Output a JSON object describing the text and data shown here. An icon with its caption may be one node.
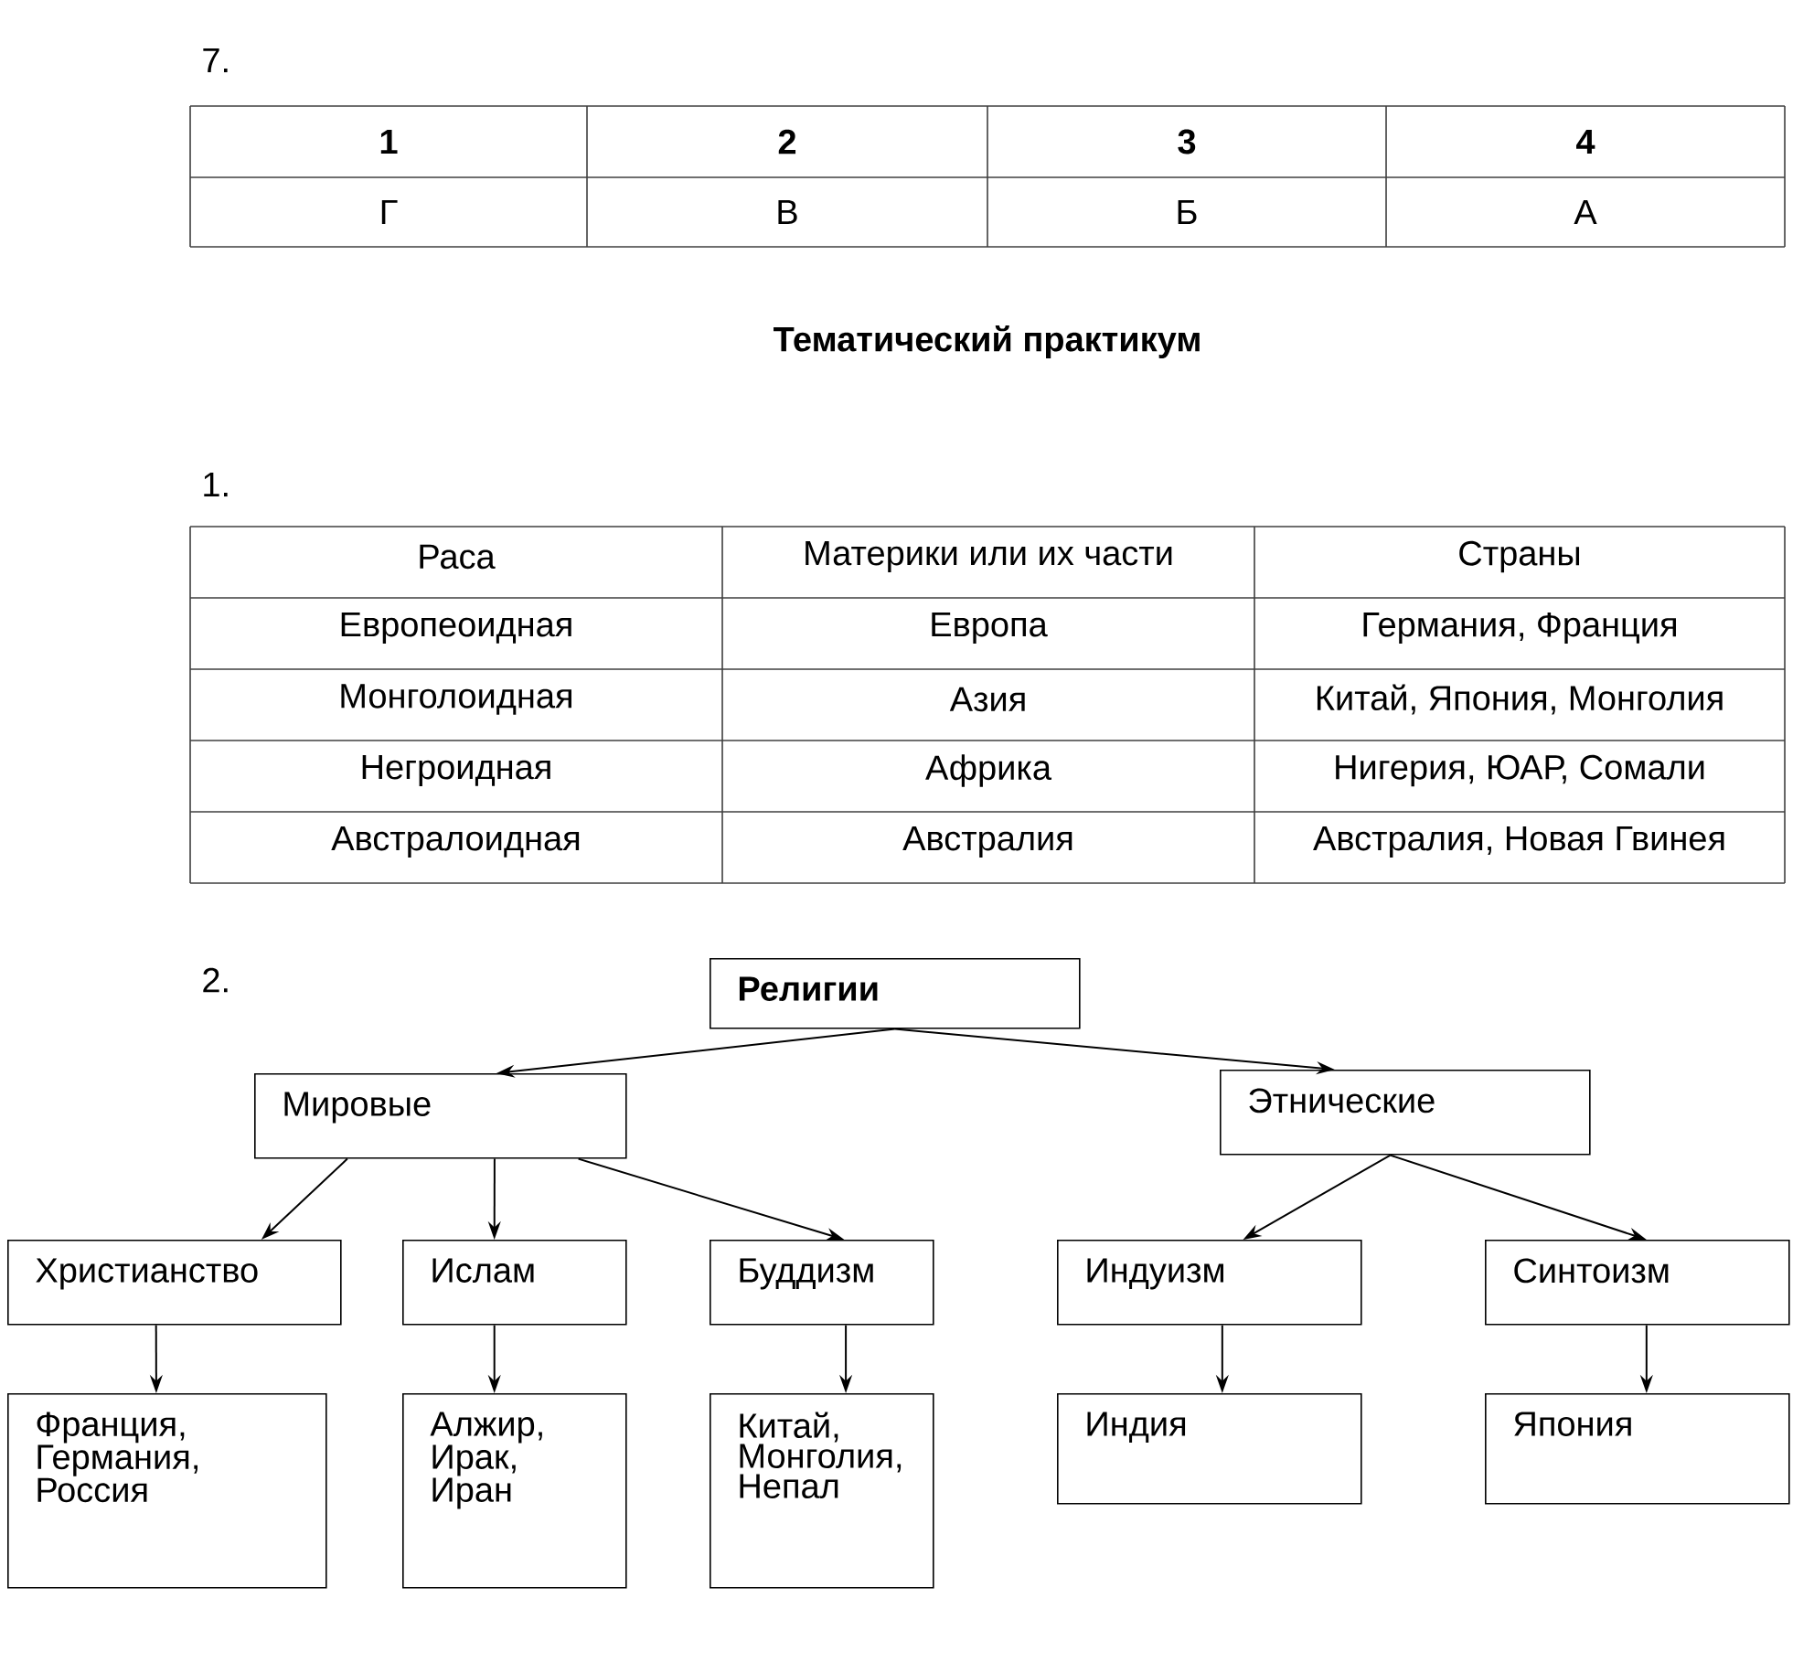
{
  "diagram": {
    "nodes": [
      {
        "text": [
          "Религии"
        ]
      },
      {
        "text": [
          "Мировые"
        ]
      },
      {
        "text": [
          "Этнические"
        ]
      },
      {
        "text": [
          "Христианство"
        ]
      },
      {
        "text": [
          "Ислам"
        ]
      },
      {
        "text": [
          "Буддизм"
        ]
      },
      {
        "text": [
          "Индуизм"
        ]
      },
      {
        "text": [
          "Синтоизм"
        ]
      },
      {
        "text": [
          "Франция, Германия, Россия"
        ]
      },
      {
        "text": [
          "Алжир, Ирак, Иран"
        ]
      },
      {
        "text": [
          "Китай, Монголия, Непал"
        ]
      },
      {
        "text": [
          "Индия"
        ]
      },
      {
        "text": [
          "Япония"
        ]
      }
    ],
    "edges": [
      {
        "from": 0,
        "to": 1,
        "arrow": "to"
      },
      {
        "from": 0,
        "to": 2,
        "arrow": "to"
      },
      {
        "from": 1,
        "to": 3,
        "arrow": "to"
      },
      {
        "from": 1,
        "to": 4,
        "arrow": "to"
      },
      {
        "from": 1,
        "to": 5,
        "arrow": "to"
      },
      {
        "from": 2,
        "to": 6,
        "arrow": "to"
      },
      {
        "from": 2,
        "to": 7,
        "arrow": "to"
      },
      {
        "from": 3,
        "to": 8,
        "arrow": "to"
      },
      {
        "from": 4,
        "to": 9,
        "arrow": "to"
      },
      {
        "from": 5,
        "to": 10,
        "arrow": "to"
      },
      {
        "from": 6,
        "to": 11,
        "arrow": "to"
      },
      {
        "from": 7,
        "to": 12,
        "arrow": "to"
      }
    ],
    "labels": [
      "7.",
      "1",
      "2",
      "3",
      "4",
      "Г",
      "В",
      "Б",
      "А",
      "Тематический практикум",
      "1.",
      "Раса",
      "Материки или их части",
      "Страны",
      "Европеоидная",
      "Европа",
      "Германия, Франция",
      "Монголоидная",
      "Азия",
      "Китай, Япония, Монголия",
      "Негроидная",
      "Африка",
      "Нигерия, ЮАР, Сомали",
      "Австралоидная",
      "Австралия",
      "Австралия, Новая Гвинея",
      "2."
    ]
  }
}
